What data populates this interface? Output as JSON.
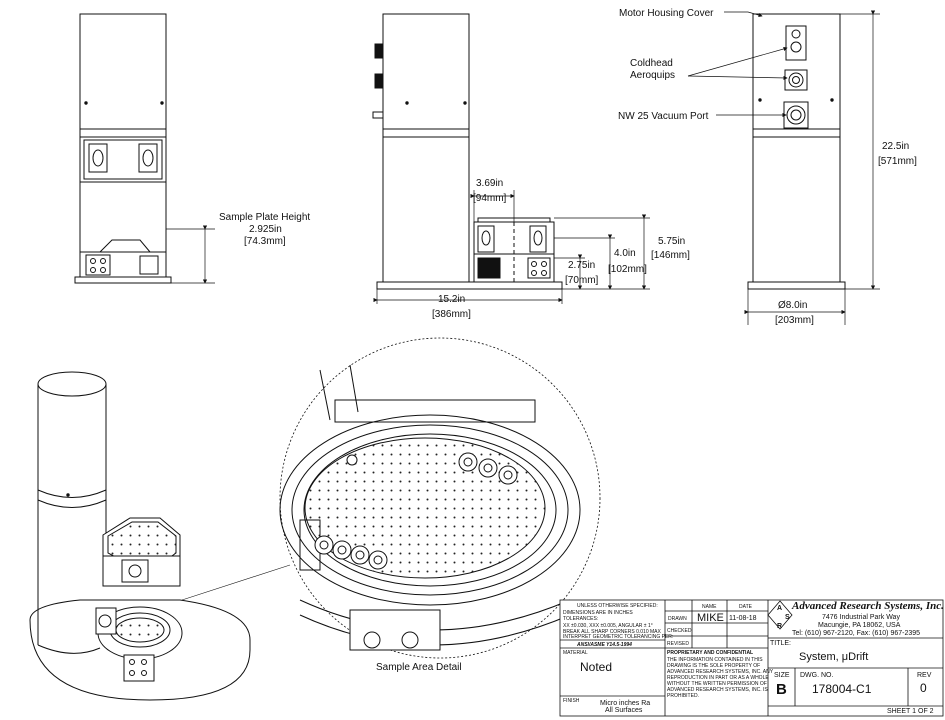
{
  "callouts": {
    "motor_housing_cover": "Motor Housing Cover",
    "coldhead_line1": "Coldhead",
    "coldhead_line2": "Aeroquips",
    "nw25_port": "NW 25 Vacuum Port",
    "sample_plate_height": "Sample Plate Height",
    "sample_area_detail": "Sample Area Detail"
  },
  "dimensions": {
    "sample_plate_in": "2.925in",
    "sample_plate_mm": "[74.3mm]",
    "d_369_in": "3.69in",
    "d_369_mm": "[94mm]",
    "d_40_in": "4.0in",
    "d_40_mm": "[102mm]",
    "d_575_in": "5.75in",
    "d_575_mm": "[146mm]",
    "d_275_in": "2.75in",
    "d_275_mm": "[70mm]",
    "d_152_in": "15.2in",
    "d_152_mm": "[386mm]",
    "d_225_in": "22.5in",
    "d_225_mm": "[571mm]",
    "d_80_in": "Ø8.0in",
    "d_80_mm": "[203mm]"
  },
  "title_block": {
    "unless_specified": "UNLESS OTHERWISE SPECIFIED:",
    "dims_inches": "DIMENSIONS ARE IN INCHES",
    "tolerances": "TOLERANCES:",
    "tol_line1": "XX ±0.030, XXX ±0.005, ANGULAR ± 1°",
    "tol_line2": "BREAK ALL SHARP CORNERS 0.010 MAX",
    "gdt_line1": "INTERPRET GEOMETRIC TOLERANCING PER:",
    "gdt_line2": "ANSI/ASME Y14.5-1994",
    "name_hdr": "NAME",
    "date_hdr": "DATE",
    "drawn_lbl": "DRAWN",
    "drawn_name": "MIKE",
    "drawn_date": "11-08-18",
    "checked_lbl": "CHECKED",
    "revised_lbl": "REVISED",
    "material_lbl": "MATERIAL",
    "material_val": "Noted",
    "finish_lbl": "FINISH",
    "finish_val1": "Micro inches Ra",
    "finish_val2": "All Surfaces",
    "prop_title": "PROPRIETARY AND CONFIDENTIAL",
    "prop_1": "THE INFORMATION CONTAINED IN THIS",
    "prop_2": "DRAWING IS THE SOLE PROPERTY OF",
    "prop_3": "ADVANCED RESEARCH SYSTEMS, INC. ANY",
    "prop_4": "REPRODUCTION IN PART OR AS A WHOLE",
    "prop_5": "WITHOUT THE WRITTEN PERMISSION OF",
    "prop_6": "ADVANCED RESEARCH SYSTEMS, INC. IS",
    "prop_7": "PROHIBITED.",
    "logo_a": "A",
    "logo_r": "R",
    "logo_s": "S",
    "company": "Advanced Research Systems, Inc.",
    "addr1": "7476 Industrial Park Way",
    "addr2": "Macungie, PA 18062, USA",
    "phone": "Tel: (610) 967-2120, Fax: (610) 967-2395",
    "title_lbl": "TITLE:",
    "title_val": "System, μDrift",
    "size_lbl": "SIZE",
    "size_val": "B",
    "dwg_lbl": "DWG. NO.",
    "dwg_val": "178004-C1",
    "rev_lbl": "REV",
    "rev_val": "0",
    "sheet": "SHEET 1 OF 2"
  }
}
